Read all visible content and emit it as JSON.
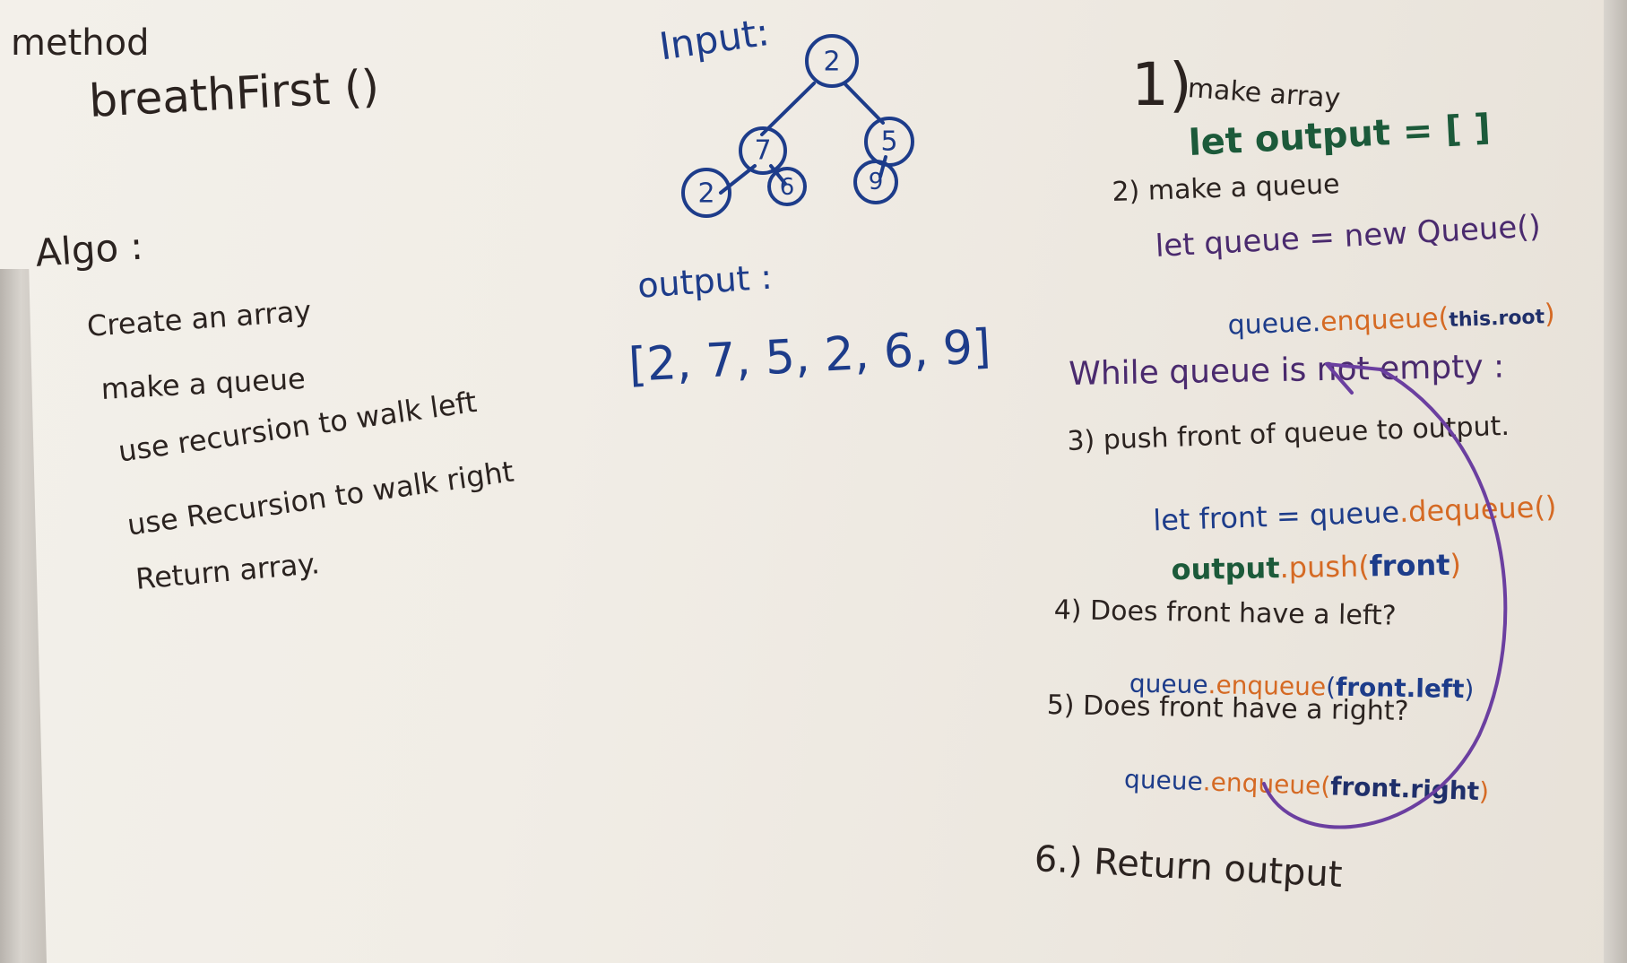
{
  "left_column": {
    "method_label": "method",
    "method_name": "breathFirst ()",
    "algo_heading": "Algo :",
    "steps": [
      "Create an array",
      "make a queue",
      "use recursion to walk left",
      "use Recursion to walk right",
      "Return array."
    ]
  },
  "middle_column": {
    "input_label": "Input:",
    "tree": {
      "root": "2",
      "left": "7",
      "right": "5",
      "left_left": "2",
      "left_right": "6",
      "right_left": "9"
    },
    "output_label": "output :",
    "output_value": "[2, 7, 5, 2, 6, 9]"
  },
  "right_column": {
    "step1_number": "1)",
    "step1_text": "make array",
    "step1_code": "let output = [ ]",
    "step2_text": "2) make a queue",
    "step2_code_a": "let queue = new Queue()",
    "step2_code_b_obj": "queue",
    "step2_code_b_dot": ".",
    "step2_code_b_method": "enqueue",
    "step2_code_b_open": "(",
    "step2_code_b_arg": "this.root",
    "step2_code_b_close": ")",
    "while_line": "While queue is not empty :",
    "step3_text": "3) push front of queue to output.",
    "step3_code_a_prefix": "let front = queue",
    "step3_code_a_method": ".dequeue()",
    "step3_code_b_obj": "output",
    "step3_code_b_method": ".push",
    "step3_code_b_open": "(",
    "step3_code_b_arg": "front",
    "step3_code_b_close": ")",
    "step4_text": "4) Does front have a left?",
    "step4_code_obj": "queue",
    "step4_code_method": ".enqueue",
    "step4_code_open": "(",
    "step4_code_arg": "front.left",
    "step4_code_close": ")",
    "step5_text": "5) Does front have a right?",
    "step5_code_obj": "queue",
    "step5_code_method": ".enqueue",
    "step5_code_open": "(",
    "step5_code_arg": "front.right",
    "step5_code_close": ")",
    "step6_text": "6.) Return output"
  },
  "colors": {
    "black_marker": "#2b2320",
    "blue_marker": "#1d3c8a",
    "green_marker": "#1c5a3a",
    "purple_marker": "#4a2a6e",
    "orange_marker": "#d56a24"
  }
}
